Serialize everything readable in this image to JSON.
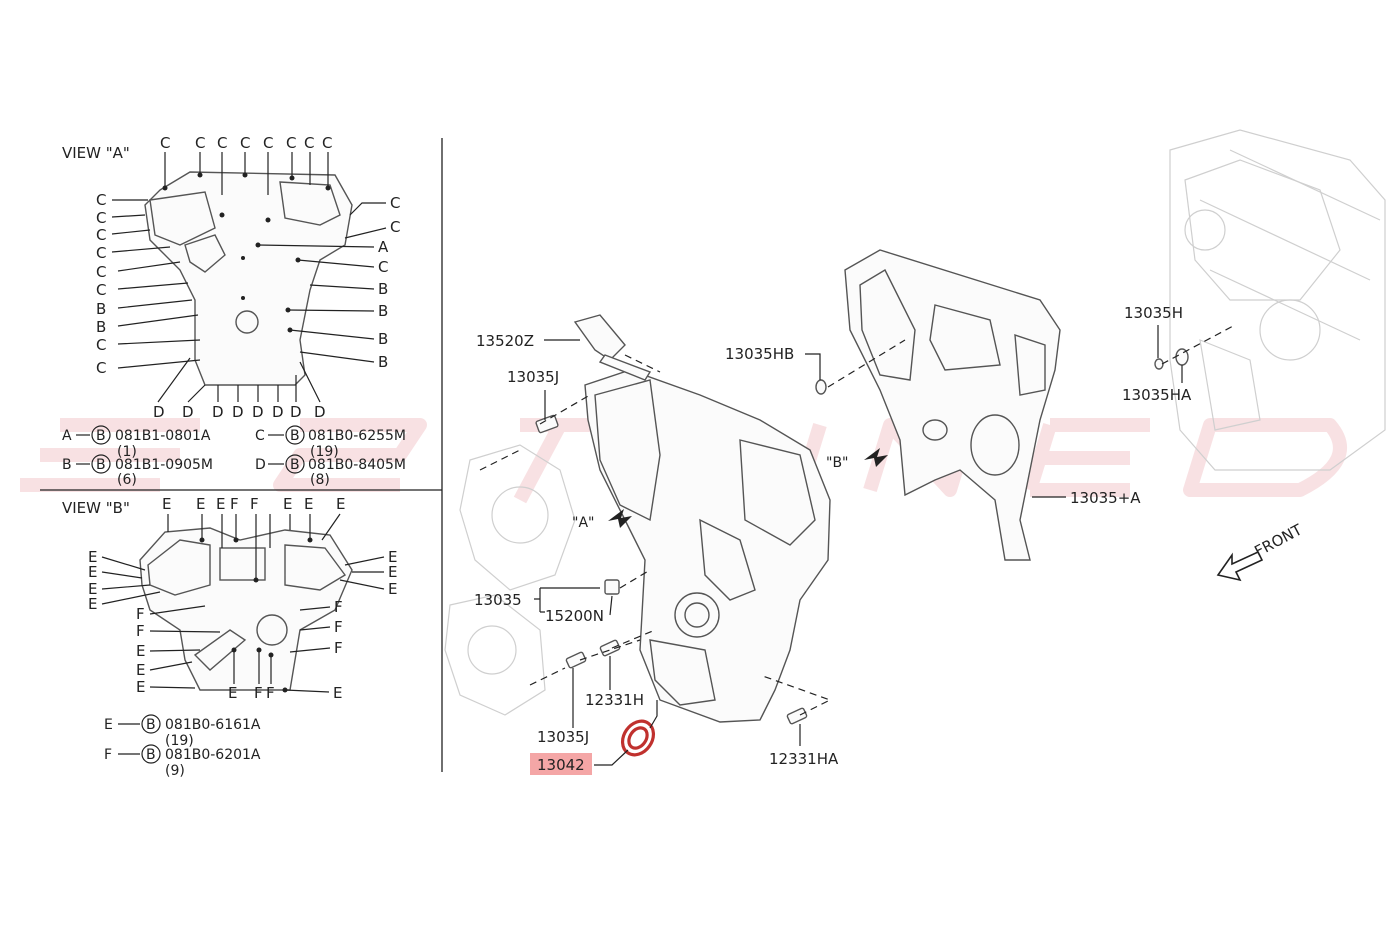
{
  "view_a": {
    "title": "VIEW \"A\"",
    "top_c": [
      "C",
      "C",
      "C",
      "C",
      "C",
      "C",
      "C",
      "C"
    ],
    "left": [
      "C",
      "C",
      "C",
      "C",
      "C",
      "C",
      "B",
      "B",
      "C",
      "C"
    ],
    "right": [
      "C",
      "C",
      "A",
      "C",
      "B",
      "B",
      "B",
      "B"
    ],
    "bottom": [
      "D",
      "D",
      "D",
      "D",
      "D",
      "D",
      "D",
      "D"
    ],
    "legend": [
      {
        "key": "A",
        "code": "081B1-0801A",
        "qty": "(1)"
      },
      {
        "key": "B",
        "code": "081B1-0905M",
        "qty": "(6)"
      },
      {
        "key": "C",
        "code": "081B0-6255M",
        "qty": "(19)"
      },
      {
        "key": "D",
        "code": "081B0-8405M",
        "qty": "(8)"
      }
    ]
  },
  "view_b": {
    "title": "VIEW \"B\"",
    "top": [
      "E",
      "E",
      "E",
      "F",
      "F",
      "E",
      "E",
      "E"
    ],
    "left": [
      "E",
      "E",
      "E",
      "E",
      "F",
      "F",
      "E",
      "E",
      "E"
    ],
    "right": [
      "E",
      "E",
      "E",
      "E",
      "F",
      "F",
      "F"
    ],
    "bottom": [
      "E",
      "F",
      "F",
      "E"
    ],
    "legend": [
      {
        "key": "E",
        "code": "081B0-6161A",
        "qty": "(19)"
      },
      {
        "key": "F",
        "code": "081B0-6201A",
        "qty": "(9)"
      }
    ]
  },
  "bolt_symbol": "B",
  "callouts": {
    "p13520Z": "13520Z",
    "p13035J_top": "13035J",
    "p13035HB": "13035HB",
    "p13035H": "13035H",
    "p13035HA": "13035HA",
    "view_b_marker": "\"B\"",
    "view_a_marker": "\"A\"",
    "p13035A": "13035+A",
    "p13035": "13035",
    "p15200N": "15200N",
    "p12331H": "12331H",
    "p13035J_bottom": "13035J",
    "p12331HA": "12331HA",
    "p13042": "13042",
    "front": "FRONT"
  },
  "colors": {
    "highlight": "#f4a6a6",
    "seal": "#c0312e",
    "watermark": "#f3c9cc"
  }
}
